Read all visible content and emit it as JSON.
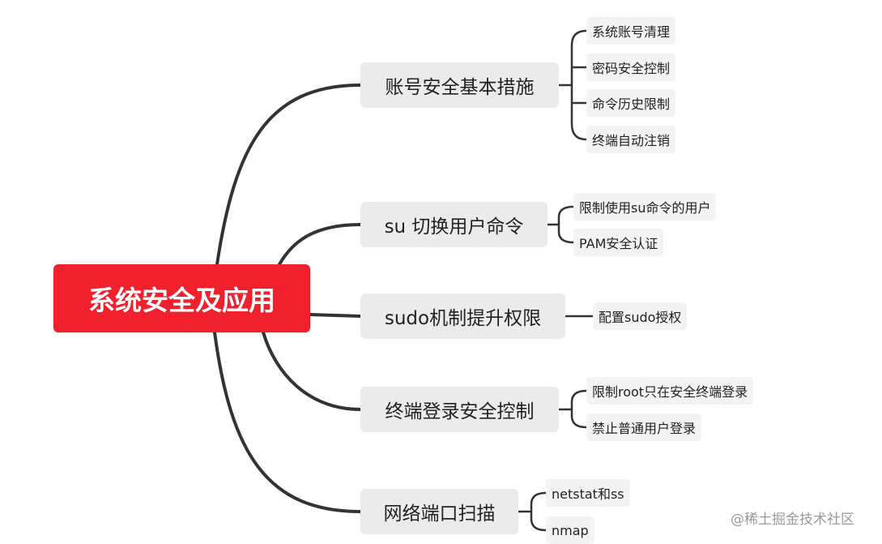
{
  "root": {
    "label": "系统安全及应用"
  },
  "branches": [
    {
      "label": "账号安全基本措施",
      "children": [
        "系统账号清理",
        "密码安全控制",
        "命令历史限制",
        "终端自动注销"
      ]
    },
    {
      "label": "su 切换用户命令",
      "children": [
        "限制使用su命令的用户",
        "PAM安全认证"
      ]
    },
    {
      "label": "sudo机制提升权限",
      "children": [
        "配置sudo授权"
      ]
    },
    {
      "label": "终端登录安全控制",
      "children": [
        "限制root只在安全终端登录",
        "禁止普通用户登录"
      ]
    },
    {
      "label": "网络端口扫描",
      "children": [
        "netstat和ss",
        "nmap"
      ]
    }
  ],
  "watermark": "@稀土掘金技术社区",
  "colors": {
    "root_bg": "#f0212d",
    "branch_bg": "#ebebeb",
    "leaf_bg": "#f3f3f3",
    "line": "#333333"
  }
}
